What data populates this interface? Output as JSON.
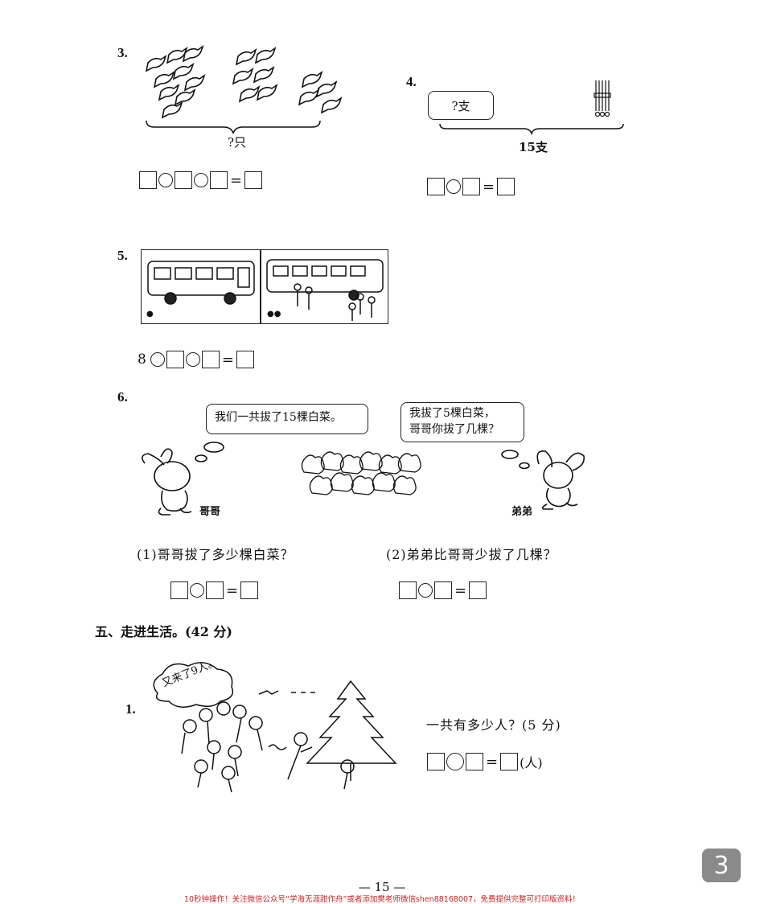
{
  "problems": {
    "p3": {
      "number": "3.",
      "brace_label": "?只",
      "equation": {
        "slots": [
          "box",
          "circle",
          "box",
          "circle",
          "box",
          "equals",
          "box"
        ]
      }
    },
    "p4": {
      "number": "4.",
      "box_label": "?支",
      "brace_label": "15支",
      "equation": {
        "slots": [
          "box",
          "circle",
          "box",
          "equals",
          "box"
        ]
      }
    },
    "p5": {
      "number": "5.",
      "panel_marks": [
        "●",
        "●●"
      ],
      "equation": {
        "prefix": "8",
        "slots": [
          "circle",
          "box",
          "circle",
          "box",
          "equals",
          "box"
        ]
      }
    },
    "p6": {
      "number": "6.",
      "bubble_left": "我们一共拔了15棵白菜。",
      "bubble_right_line1": "我拔了5棵白菜，",
      "bubble_right_line2": "哥哥你拔了几棵？",
      "label_left": "哥哥",
      "label_right": "弟弟",
      "sub1": "(1)哥哥拔了多少棵白菜？",
      "sub2": "(2)弟弟比哥哥少拔了几棵？"
    }
  },
  "section5": {
    "heading": "五、走进生活。(42 分)",
    "p1": {
      "number": "1.",
      "bubble": "又来了9人。",
      "question": "一共有多少人？(5 分)",
      "unit": "(人)"
    }
  },
  "page_number": "— 15 —",
  "page_badge": "3",
  "footer": "10秒钟操作！关注微信公众号“学海无涯甜作舟”或者添加樊老师微信shen88168007，免费提供完整可打印版资料！"
}
